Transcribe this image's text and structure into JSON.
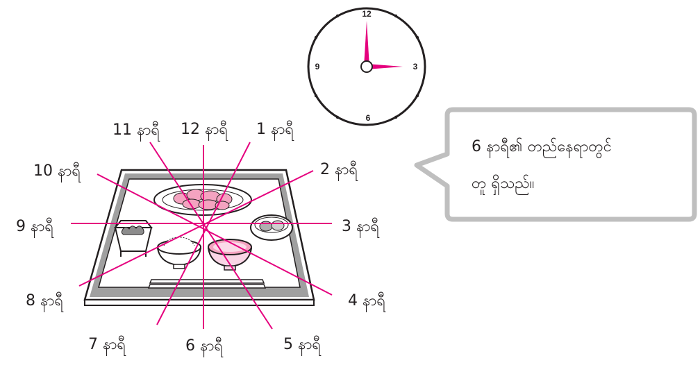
{
  "clock": {
    "numbers": {
      "twelve": "12",
      "three": "3",
      "six": "6",
      "nine": "9"
    },
    "time_shown": "3:00",
    "hand_color": "#e5007e"
  },
  "diagram": {
    "ray_color": "#e5007e",
    "labels": {
      "h1": "1 နာရီ",
      "h2": "2 နာရီ",
      "h3": "3 နာရီ",
      "h4": "4 နာရီ",
      "h5": "5 နာရီ",
      "h6": "6 နာရီ",
      "h7": "7 နာရီ",
      "h8": "8 နာရီ",
      "h9": "9 နာရီ",
      "h10": "10 နာရီ",
      "h11": "11 နာရီ",
      "h12": "12 နာရီ"
    }
  },
  "bubble": {
    "line1": "6 နာရီ၏ တည်နေရာတွင်",
    "line2": "တူ ရှိသည်။"
  }
}
